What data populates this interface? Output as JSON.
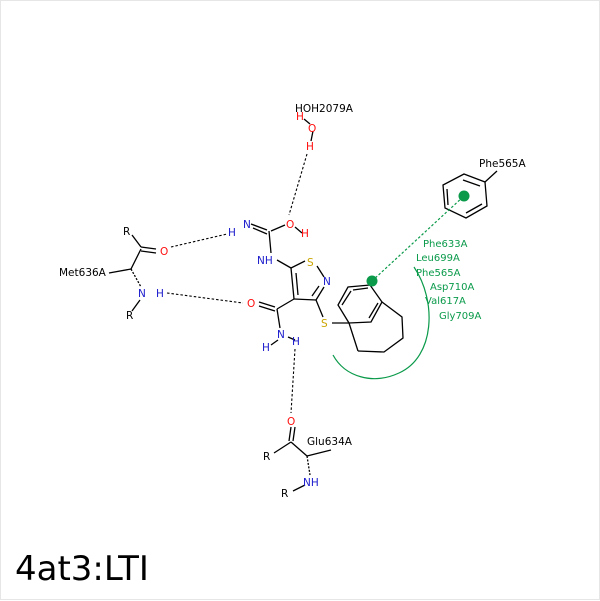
{
  "title": "4at3:LTI",
  "residues": {
    "hoh": "HOH2079A",
    "phe_top": "Phe565A",
    "met": "Met636A",
    "glu": "Glu634A"
  },
  "hydrophobic_contacts": [
    "Phe633A",
    "Leu699A",
    "Phe565A",
    "Asp710A",
    "Val617A",
    "Gly709A"
  ],
  "atoms": {
    "O": "O",
    "N": "N",
    "S": "S",
    "H": "H",
    "R": "R",
    "NH": "NH"
  },
  "colors": {
    "oxygen": "#ff0d0d",
    "nitrogen": "#1a1acc",
    "sulfur": "#c9a400",
    "hydrophobic": "#0a9a4a"
  }
}
